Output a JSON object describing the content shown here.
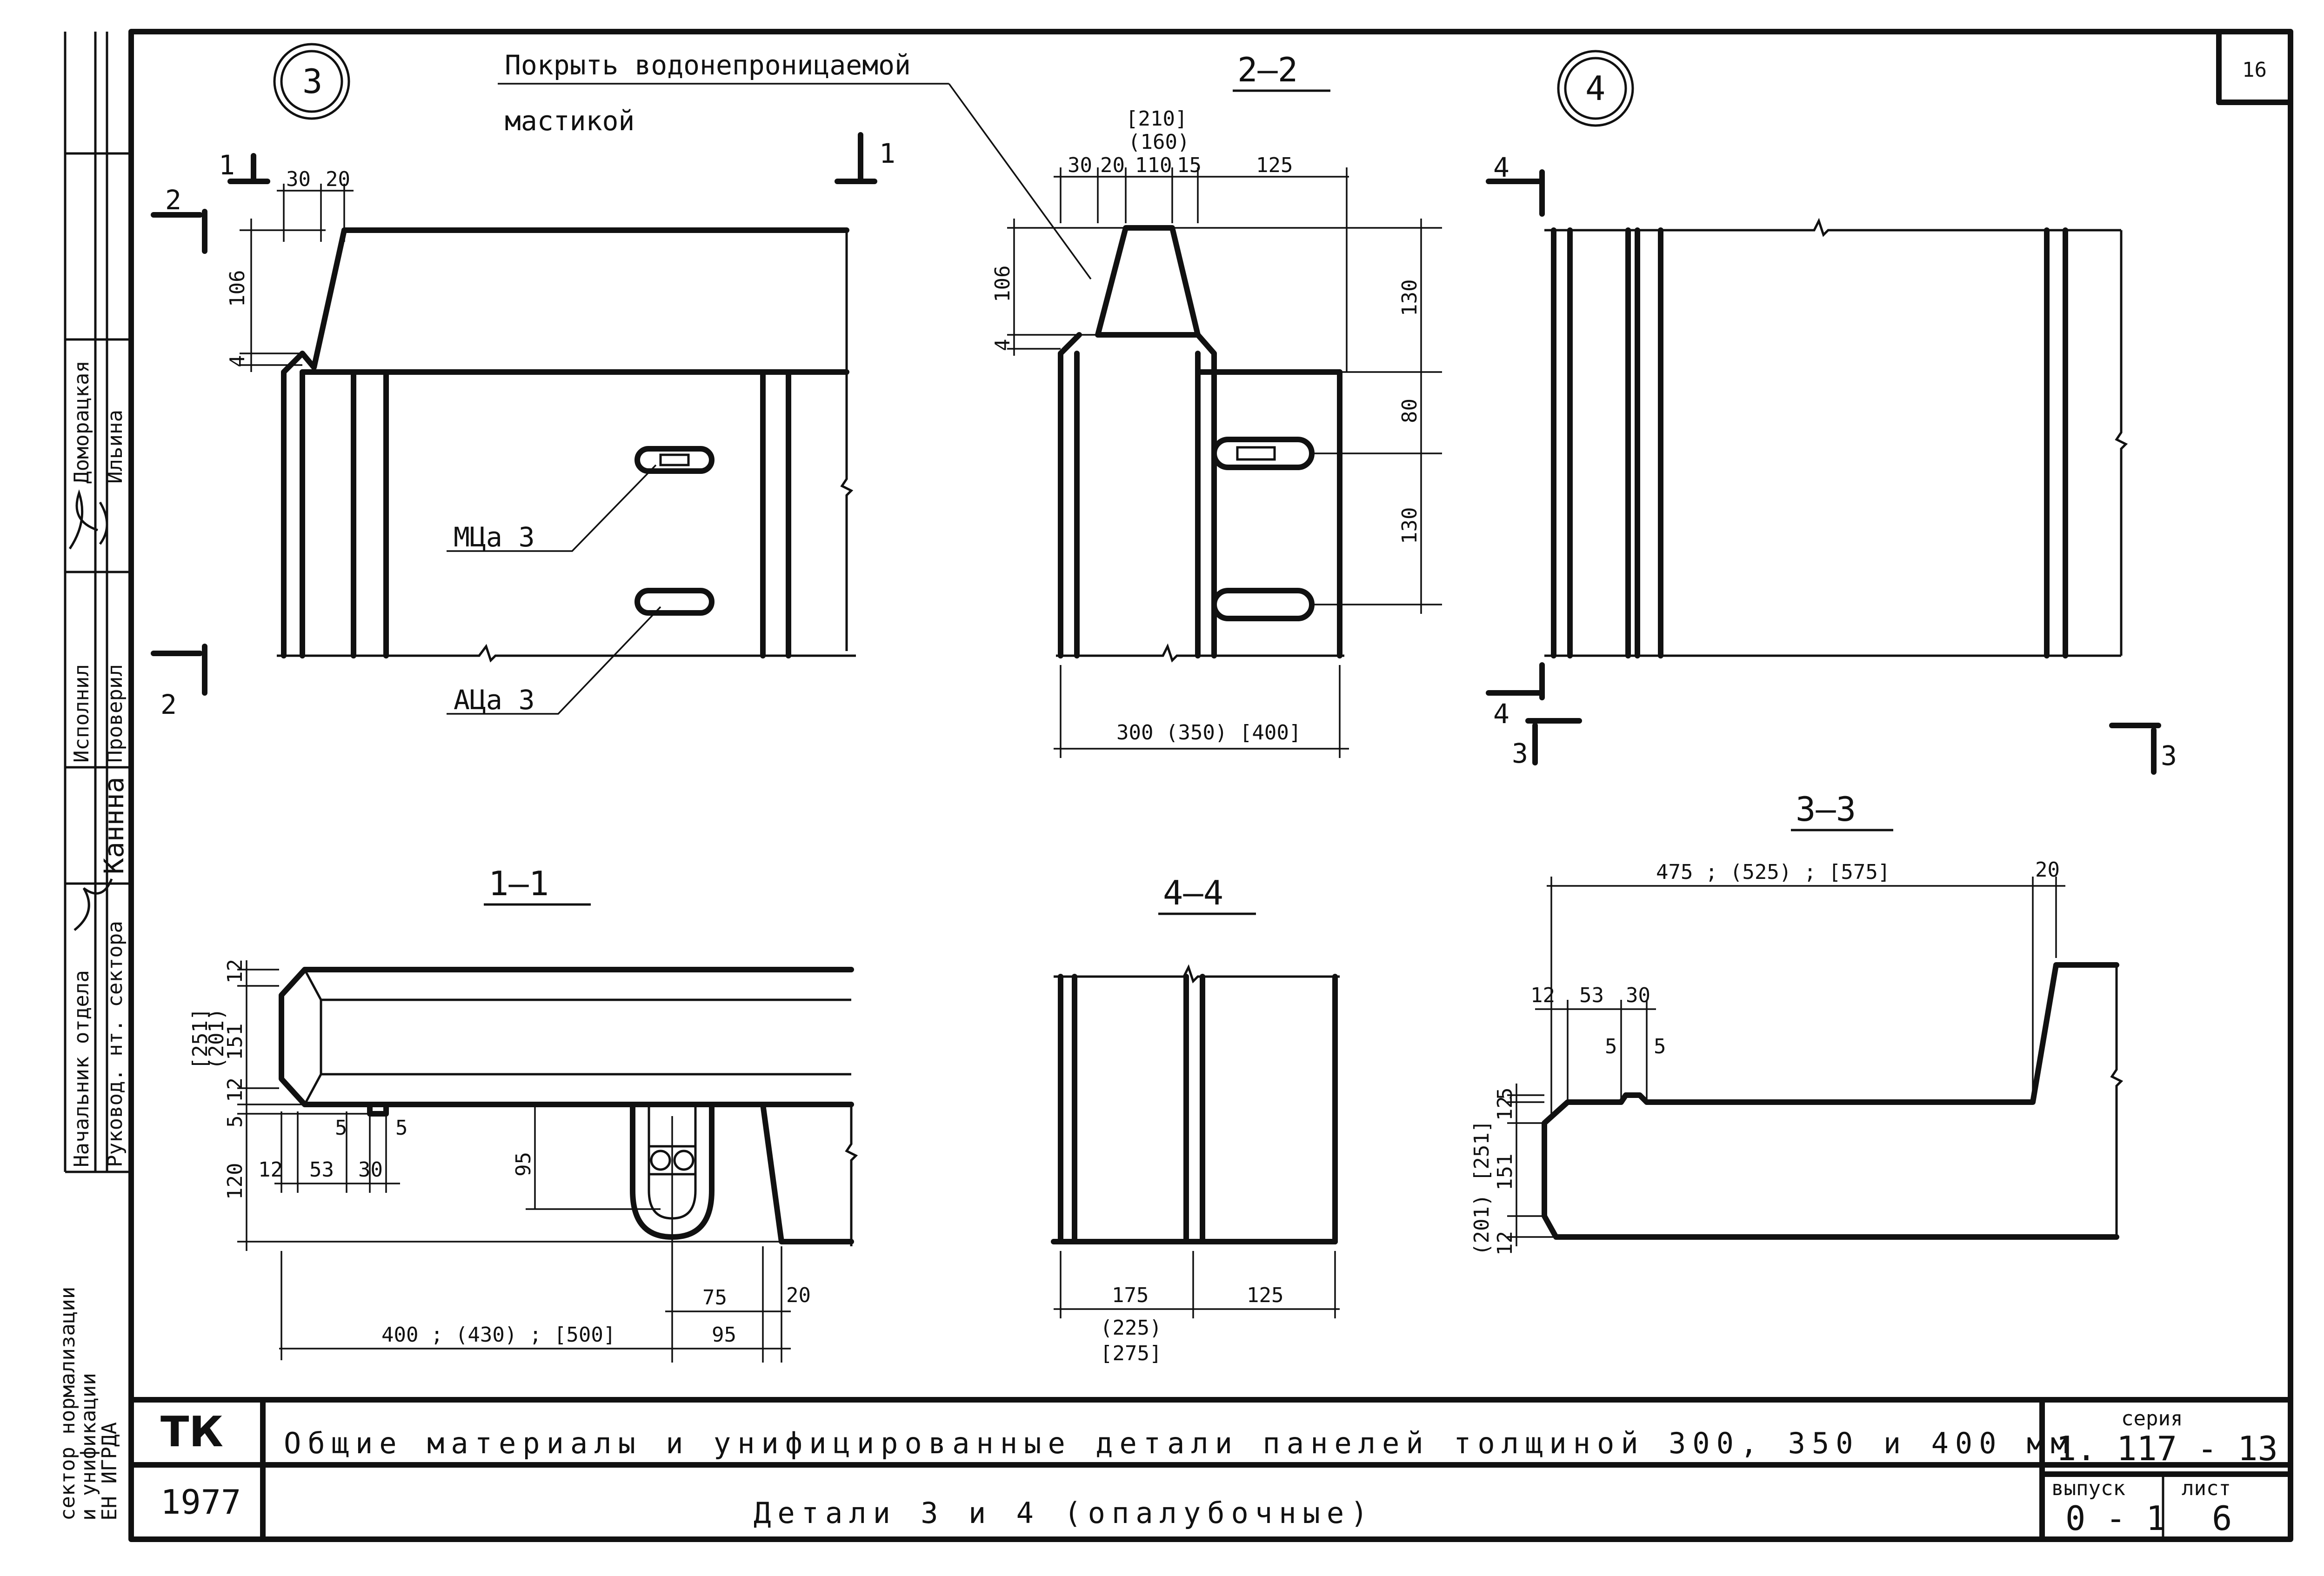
{
  "sheet_number_corner": "16",
  "callouts": {
    "detail_3": "3",
    "detail_4": "4",
    "coating_line1": "Покрыть водонепроницаемой",
    "coating_line2": "мастикой",
    "mark_mca": "МЦа 3",
    "mark_aca": "АЦа 3"
  },
  "section_titles": {
    "s11": "1—1",
    "s22": "2—2",
    "s33": "3—3",
    "s44": "4—4"
  },
  "cut_marks": {
    "c1": "1",
    "c2": "2",
    "c3": "3",
    "c4": "4"
  },
  "dims": {
    "v3_30": "30",
    "v3_20": "20",
    "v3_106": "106",
    "v3_4": "4",
    "s22_210": "[210]",
    "s22_160": "(160)",
    "s22_30": "30",
    "s22_20": "20",
    "s22_110": "110",
    "s22_15": "15",
    "s22_125": "125",
    "s22_106": "106",
    "s22_4": "4",
    "s22_130a": "130",
    "s22_80": "80",
    "s22_130b": "130",
    "s22_width": "300 (350) [400]",
    "s11_12a": "12",
    "s11_251": "[251]",
    "s11_201": "(201)",
    "s11_151": "151",
    "s11_12b": "12",
    "s11_5": "5",
    "s11_120": "120",
    "s11_12c": "12",
    "s11_53": "53",
    "s11_30": "30",
    "s11_5a": "5",
    "s11_5b": "5",
    "s11_95a": "95",
    "s11_75": "75",
    "s11_20": "20",
    "s11_len": "400 ; (430) ; [500]",
    "s11_95b": "95",
    "s44_175": "175",
    "s44_125": "125",
    "s44_225": "(225)",
    "s44_275": "[275]",
    "s33_len": "475 ; (525) ; [575]",
    "s33_20": "20",
    "s33_12a": "12",
    "s33_53": "53",
    "s33_30": "30",
    "s33_5a": "5",
    "s33_5b": "5",
    "s33_5c": "5",
    "s33_12b": "12",
    "s33_151": "151",
    "s33_dim": "(201) [251]",
    "s33_12c": "12"
  },
  "stamp": {
    "org_line1": "сектор нормализации",
    "org_line2": "и унификации",
    "org_line3": "ЕН ИГРДА",
    "roles": [
      "Начальник отдела",
      "Руковод. нт. сектора",
      "",
      "Исполнил",
      "Проверил"
    ],
    "names": [
      "",
      "Каннна",
      "",
      "Доморацкая",
      "Ильина"
    ]
  },
  "title_block": {
    "tk": "ТК",
    "year": "1977",
    "title_main": "Общие материалы и унифицированные детали панелей толщиной 300, 350 и 400 мм",
    "title_sub": "Детали 3 и 4 (опалубочные)",
    "series_label": "серия",
    "series_value": "1. 117 - 13",
    "issue_label": "выпуск",
    "issue_value": "0 - 1",
    "sheet_label": "лист",
    "sheet_value": "6"
  }
}
